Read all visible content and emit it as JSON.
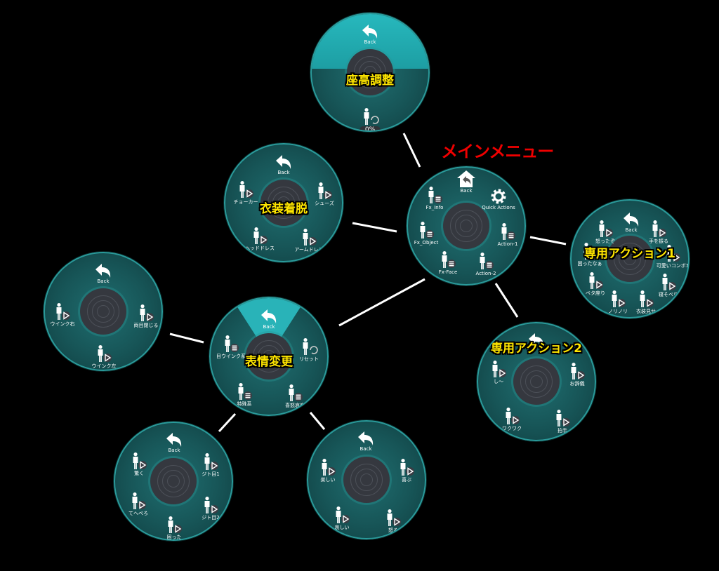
{
  "colors": {
    "ring": "#2a9a9a",
    "highlight": "#29b3b8",
    "title": "#ffe600",
    "main_label": "#ee0000"
  },
  "main_label": "メインメニュー",
  "menus": [
    {
      "id": "seat",
      "title": "座高調整",
      "highlight": "top-half",
      "items": [
        {
          "label": "Back",
          "icon": "back-arrow-icon"
        },
        {
          "label": "座高調整",
          "value": "0%",
          "icon": "person-reset-icon"
        }
      ]
    },
    {
      "id": "main",
      "title": "",
      "items": [
        {
          "label": "Back",
          "icon": "home-back-icon"
        },
        {
          "label": "Quick Actions",
          "icon": "gear-icon"
        },
        {
          "label": "Action-1",
          "icon": "person-list-icon"
        },
        {
          "label": "Action-2",
          "icon": "person-list-icon"
        },
        {
          "label": "Fx-Face",
          "icon": "person-list-icon"
        },
        {
          "label": "Fx_Object",
          "icon": "person-list-icon"
        },
        {
          "label": "Fx_Info",
          "icon": "person-list-icon"
        }
      ]
    },
    {
      "id": "costume",
      "title": "衣装着脱",
      "items": [
        {
          "label": "Back",
          "icon": "back-arrow-icon"
        },
        {
          "label": "シューズ",
          "icon": "person-play-icon"
        },
        {
          "label": "アームドレス",
          "icon": "person-play-icon"
        },
        {
          "label": "ヘッドドレス",
          "icon": "person-play-icon"
        },
        {
          "label": "チョーカー",
          "icon": "person-play-icon"
        }
      ]
    },
    {
      "id": "action1",
      "title": "専用アクション1",
      "items": [
        {
          "label": "Back",
          "icon": "back-arrow-icon"
        },
        {
          "label": "手を振る",
          "icon": "person-play-icon"
        },
        {
          "label": "可愛いコンボ1",
          "icon": "person-play-icon"
        },
        {
          "label": "寝そべり",
          "icon": "person-play-icon"
        },
        {
          "label": "衣装見せ",
          "icon": "person-play-icon"
        },
        {
          "label": "ノリノリ",
          "icon": "person-play-icon"
        },
        {
          "label": "ベタ座り",
          "icon": "person-play-icon"
        },
        {
          "label": "困ったなぁ",
          "icon": "person-play-icon"
        },
        {
          "label": "怒ったぞ",
          "icon": "person-play-icon"
        }
      ]
    },
    {
      "id": "action2",
      "title": "専用アクション2",
      "items": [
        {
          "label": "",
          "icon": "back-arrow-icon"
        },
        {
          "label": "お辞儀",
          "icon": "person-play-icon"
        },
        {
          "label": "拍手",
          "icon": "person-play-icon"
        },
        {
          "label": "ワクワク",
          "icon": "person-play-icon"
        },
        {
          "label": "し〜",
          "icon": "person-play-icon"
        }
      ]
    },
    {
      "id": "wink",
      "title": "",
      "items": [
        {
          "label": "Back",
          "icon": "back-arrow-icon"
        },
        {
          "label": "両目閉じる",
          "icon": "person-play-icon"
        },
        {
          "label": "ウインク左",
          "icon": "person-play-icon"
        },
        {
          "label": "ウインク右",
          "icon": "person-play-icon"
        }
      ]
    },
    {
      "id": "face",
      "title": "表情変更",
      "highlight": "top-wedge",
      "items": [
        {
          "label": "Back",
          "icon": "back-arrow-icon"
        },
        {
          "label": "リセット",
          "icon": "person-reset-icon"
        },
        {
          "label": "喜怒哀楽",
          "icon": "person-list-icon"
        },
        {
          "label": "特殊系",
          "icon": "person-list-icon"
        },
        {
          "label": "目ウインク系",
          "icon": "person-list-icon"
        }
      ]
    },
    {
      "id": "special",
      "title": "",
      "items": [
        {
          "label": "Back",
          "icon": "back-arrow-icon"
        },
        {
          "label": "ジト目1",
          "icon": "person-play-icon"
        },
        {
          "label": "ジト目2",
          "icon": "person-play-icon"
        },
        {
          "label": "困った",
          "icon": "person-play-icon"
        },
        {
          "label": "てへぺろ",
          "icon": "person-play-icon"
        },
        {
          "label": "驚く",
          "icon": "person-play-icon"
        }
      ]
    },
    {
      "id": "emotion",
      "title": "",
      "items": [
        {
          "label": "Back",
          "icon": "back-arrow-icon"
        },
        {
          "label": "喜ぶ",
          "icon": "person-play-icon"
        },
        {
          "label": "怒る",
          "icon": "person-play-icon"
        },
        {
          "label": "哀しい",
          "icon": "person-play-icon"
        },
        {
          "label": "楽しい",
          "icon": "person-play-icon"
        }
      ]
    }
  ]
}
